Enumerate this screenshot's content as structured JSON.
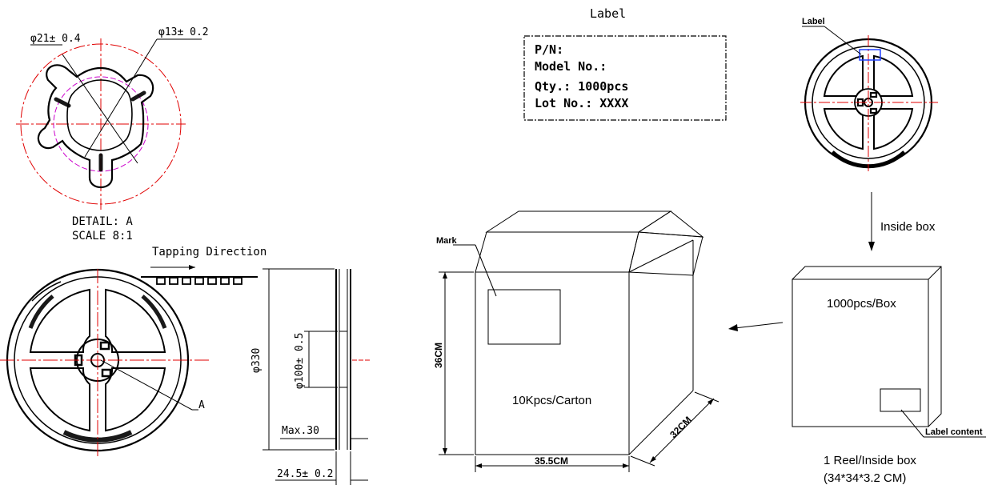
{
  "detail": {
    "dim_outer": "φ21± 0.4",
    "dim_inner": "φ13± 0.2",
    "title_line1": "DETAIL: A",
    "title_line2": "SCALE 8:1"
  },
  "reel": {
    "tapping_direction": "Tapping Direction",
    "detail_callout": "A"
  },
  "side_view": {
    "dim_reel_dia": "φ330",
    "dim_hub_dia": "φ100± 0.5",
    "dim_hub_width": "Max.30",
    "dim_reel_width": "24.5± 0.2"
  },
  "label_box": {
    "title": "Label",
    "lines": [
      "P/N:",
      "Model No.:",
      "Qty.: 1000pcs",
      "Lot No.: XXXX"
    ]
  },
  "reel_label": {
    "callout": "Label"
  },
  "inside_box_arrow": {
    "text": "Inside box"
  },
  "inside_box": {
    "content": "1000pcs/Box",
    "label_callout": "Label content",
    "caption_line1": "1 Reel/Inside box",
    "caption_line2": "(34*34*3.2 CM)"
  },
  "carton": {
    "mark": "Mark",
    "content": "10Kpcs/Carton",
    "height": "36CM",
    "width": "35.5CM",
    "depth": "32CM"
  },
  "colors": {
    "line": "#000000",
    "centerline": "#e00000",
    "hub_circle": "#cc00cc",
    "label_marker": "#2040ff"
  }
}
